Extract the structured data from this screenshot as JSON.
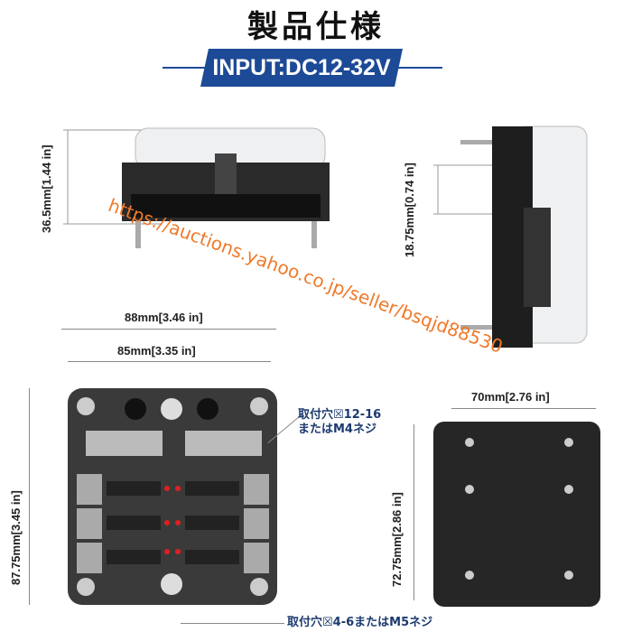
{
  "title": "製品仕様",
  "banner": "INPUT:DC12-32V",
  "dimensions": {
    "front_height": "36.5mm[1.44 in]",
    "side_height": "18.75mm[0.74 in]",
    "outer_width": "88mm[3.46 in]",
    "inner_width": "85mm[3.35 in]",
    "depth": "87.75mm[3.45 in]",
    "bottom_width": "70mm[2.76 in]",
    "bottom_height": "72.75mm[2.86 in]"
  },
  "notes": {
    "hole_small_line1": "取付穴☒12-16",
    "hole_small_line2": "またはM4ネジ",
    "hole_large": "取付穴☒4-6またはM5ネジ"
  },
  "watermark": "https://auctions.yahoo.co.jp/seller/bsqjd88530",
  "colors": {
    "banner": "#1d4a96",
    "watermark": "#f07a2a",
    "note": "#1c3a6e"
  }
}
